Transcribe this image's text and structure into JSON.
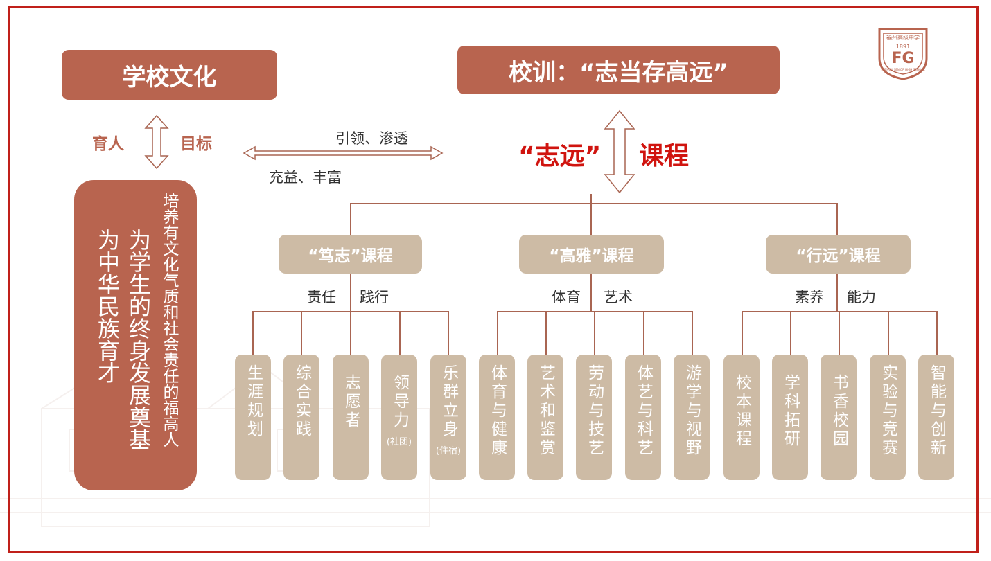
{
  "school_culture": "学校文化",
  "motto": "校训：“志当存高远”",
  "logo": {
    "name": "福州高级中学",
    "year": "1891",
    "letters": "FG",
    "english": "FUZHOU SENIOR HIGH SCHOOL"
  },
  "left_arrow": {
    "left_label": "育人",
    "right_label": "目标"
  },
  "mid_arrow": {
    "top_label": "引领、渗透",
    "bottom_label": "充益、丰富"
  },
  "course_title": {
    "quote": "“志远”",
    "word": "课程"
  },
  "goal_box": {
    "col1": "为中华民族育才",
    "col2": "为学生的终身发展奠基",
    "col3": "培养有文化气质和社会责任的福高人"
  },
  "groups": [
    {
      "title": "“笃志”课程",
      "sub1": "责任",
      "sub2": "践行",
      "items": [
        {
          "text": "生涯规划",
          "note": ""
        },
        {
          "text": "综合实践",
          "note": ""
        },
        {
          "text": "志愿者",
          "note": ""
        },
        {
          "text": "领导力",
          "note": "(社团)"
        },
        {
          "text": "乐群立身",
          "note": "(住宿)"
        }
      ]
    },
    {
      "title": "“高雅”课程",
      "sub1": "体育",
      "sub2": "艺术",
      "items": [
        {
          "text": "体育与健康",
          "note": ""
        },
        {
          "text": "艺术和鉴赏",
          "note": ""
        },
        {
          "text": "劳动与技艺",
          "note": ""
        },
        {
          "text": "体艺与科艺",
          "note": ""
        },
        {
          "text": "游学与视野",
          "note": ""
        }
      ]
    },
    {
      "title": "“行远”课程",
      "sub1": "素养",
      "sub2": "能力",
      "items": [
        {
          "text": "校本课程",
          "note": ""
        },
        {
          "text": "学科拓研",
          "note": ""
        },
        {
          "text": "书香校园",
          "note": ""
        },
        {
          "text": "实验与竞赛",
          "note": ""
        },
        {
          "text": "智能与创新",
          "note": ""
        }
      ]
    }
  ]
}
